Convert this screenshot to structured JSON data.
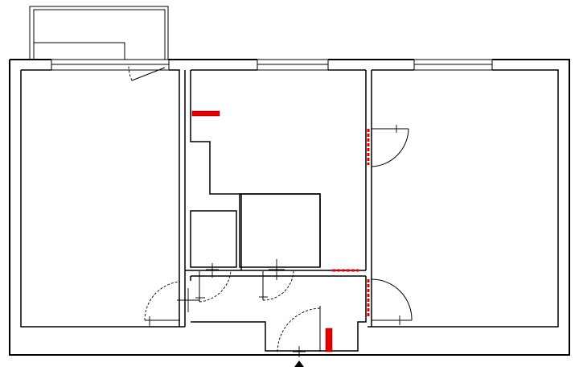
{
  "plan": {
    "wall_color": "#000000",
    "background": "#ffffff",
    "accent_red": "#e00000",
    "rooms": [
      "left-room",
      "central-room",
      "right-room",
      "small-room-a",
      "small-room-b",
      "corridor"
    ],
    "entrance_marker": "triangle-up-icon"
  }
}
